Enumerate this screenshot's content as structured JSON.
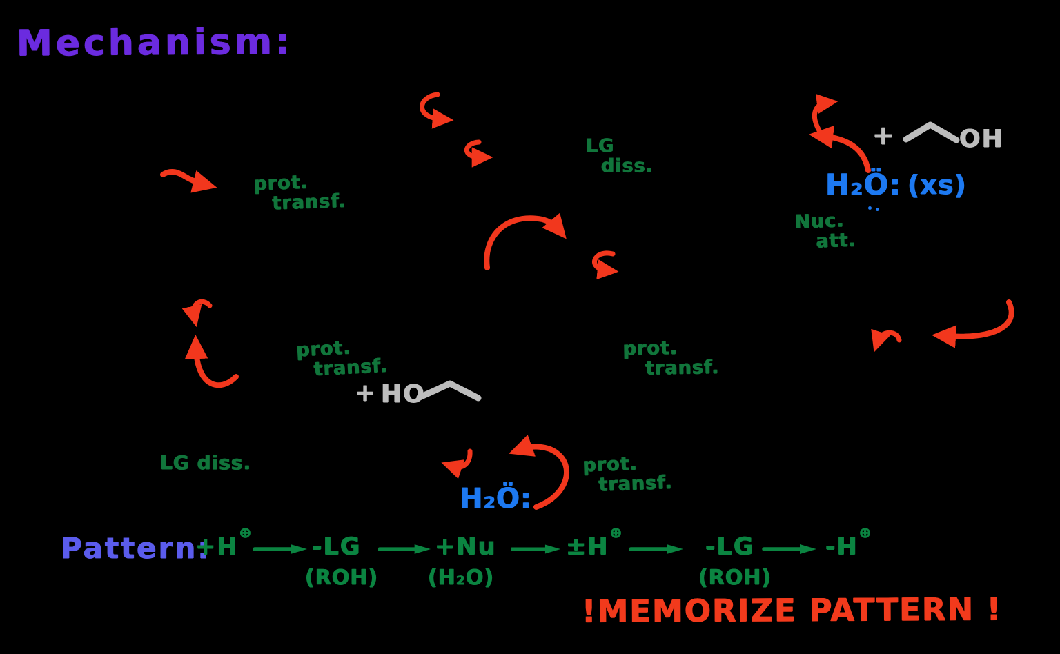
{
  "colors": {
    "background": "#000000",
    "title_purple": "#6B2BDF",
    "annotation_green": "#11753B",
    "pattern_green": "#0B8441",
    "arrow_red": "#F2371D",
    "water_blue": "#1D79F1",
    "molecule_gray": "#BDBDBD",
    "pattern_label_blue": "#5B5CEC",
    "memorize_red": "#F23A1C"
  },
  "title": "Mechanism:",
  "annotations": {
    "prot_transf_top": {
      "line1": "prot.",
      "line2": "transf."
    },
    "lg_diss_top": {
      "line1": "LG",
      "line2": "diss."
    },
    "nuc_att": {
      "line1": "Nuc.",
      "line2": "att."
    },
    "prot_transf_mid_left": {
      "line1": "prot.",
      "line2": "transf."
    },
    "prot_transf_mid_right": {
      "line1": "prot.",
      "line2": "transf."
    },
    "lg_diss_bottom": "LG diss.",
    "prot_transf_bottom": {
      "line1": "prot.",
      "line2": "transf."
    }
  },
  "species": {
    "water_top": {
      "formula": "H₂Ö:",
      "excess": "(xs)"
    },
    "ethanol_top": {
      "plus": "+",
      "group": "OH"
    },
    "ethanol_mid": {
      "plus": "+",
      "group": "HO"
    },
    "water_bottom": {
      "formula": "H₂Ö:"
    }
  },
  "pattern": {
    "label": "Pattern:",
    "steps": [
      {
        "term": "+H",
        "sup": "⊕",
        "below": ""
      },
      {
        "term": "-LG",
        "sup": "",
        "below": "(ROH)"
      },
      {
        "term": "+Nu",
        "sup": "",
        "below": "(H₂O)"
      },
      {
        "term": "±H",
        "sup": "⊕",
        "below": ""
      },
      {
        "term": "-LG",
        "sup": "",
        "below": "(ROH)"
      },
      {
        "term": "-H",
        "sup": "⊕",
        "below": ""
      }
    ],
    "memorize": "!MEMORIZE PATTERN !"
  }
}
